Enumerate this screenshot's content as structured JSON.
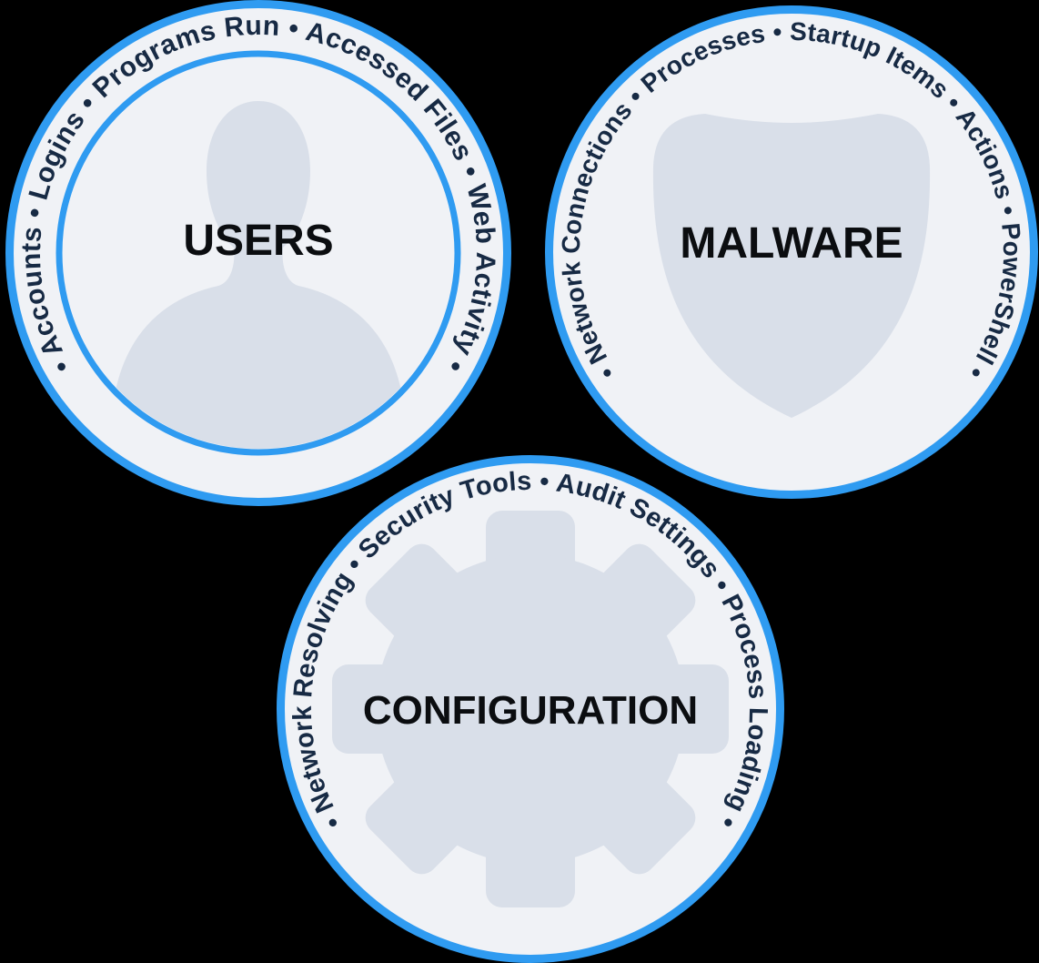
{
  "colors": {
    "background": "#000000",
    "ring_blue": "#2F9BF1",
    "badge_background": "#F0F2F6",
    "icon_fill": "#D9DFE9",
    "arc_text_color": "#172A44",
    "label_color": "#0B0D10"
  },
  "badges": {
    "users": {
      "label": "USERS",
      "arc_text": "• Accounts • Logins • Programs Run • Accessed Files • Web Activity •",
      "icon": "user-silhouette-icon"
    },
    "malware": {
      "label": "MALWARE",
      "arc_text": "• Network Connections • Processes • Startup Items • Actions • PowerShell •",
      "icon": "shield-icon"
    },
    "configuration": {
      "label": "CONFIGURATION",
      "arc_text": "• Network Resolving • Security Tools • Audit Settings • Process Loading •",
      "icon": "gear-icon"
    }
  }
}
